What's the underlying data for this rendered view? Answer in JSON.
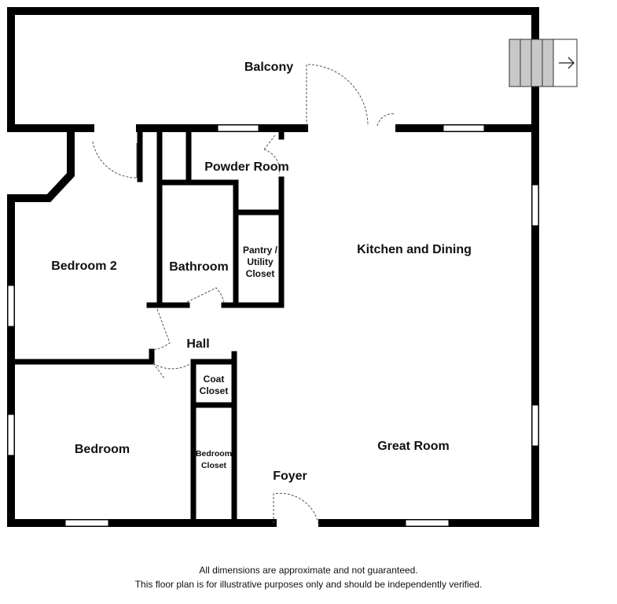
{
  "rooms": {
    "balcony": "Balcony",
    "powder_room": "Powder Room",
    "kitchen_dining": "Kitchen and Dining",
    "bedroom2": "Bedroom 2",
    "bathroom": "Bathroom",
    "pantry_line1": "Pantry /",
    "pantry_line2": "Utility",
    "pantry_line3": "Closet",
    "hall": "Hall",
    "coat_line1": "Coat",
    "coat_line2": "Closet",
    "bedroom": "Bedroom",
    "bedroom_closet_line1": "Bedroom",
    "bedroom_closet_line2": "Closet",
    "great_room": "Great Room",
    "foyer": "Foyer"
  },
  "disclaimer": {
    "line1": "All dimensions are approximate and not guaranteed.",
    "line2": "This floor plan is for illustrative purposes only and should be independently verified."
  },
  "colors": {
    "wall": "#000000",
    "window": "#ffffff",
    "stairs": "#c8c8c8",
    "door_swing": "#555555"
  },
  "icons": {
    "stairs_arrow": "arrow-right-icon"
  }
}
